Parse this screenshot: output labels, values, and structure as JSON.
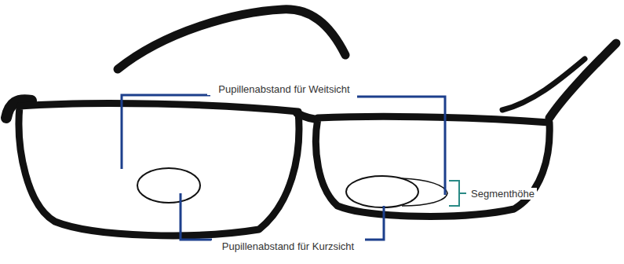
{
  "diagram": {
    "labels": [
      "Pupillenabstand für Weitsicht",
      "Pupillenabstand für Kurzsicht",
      "Segmenthöhe"
    ]
  }
}
